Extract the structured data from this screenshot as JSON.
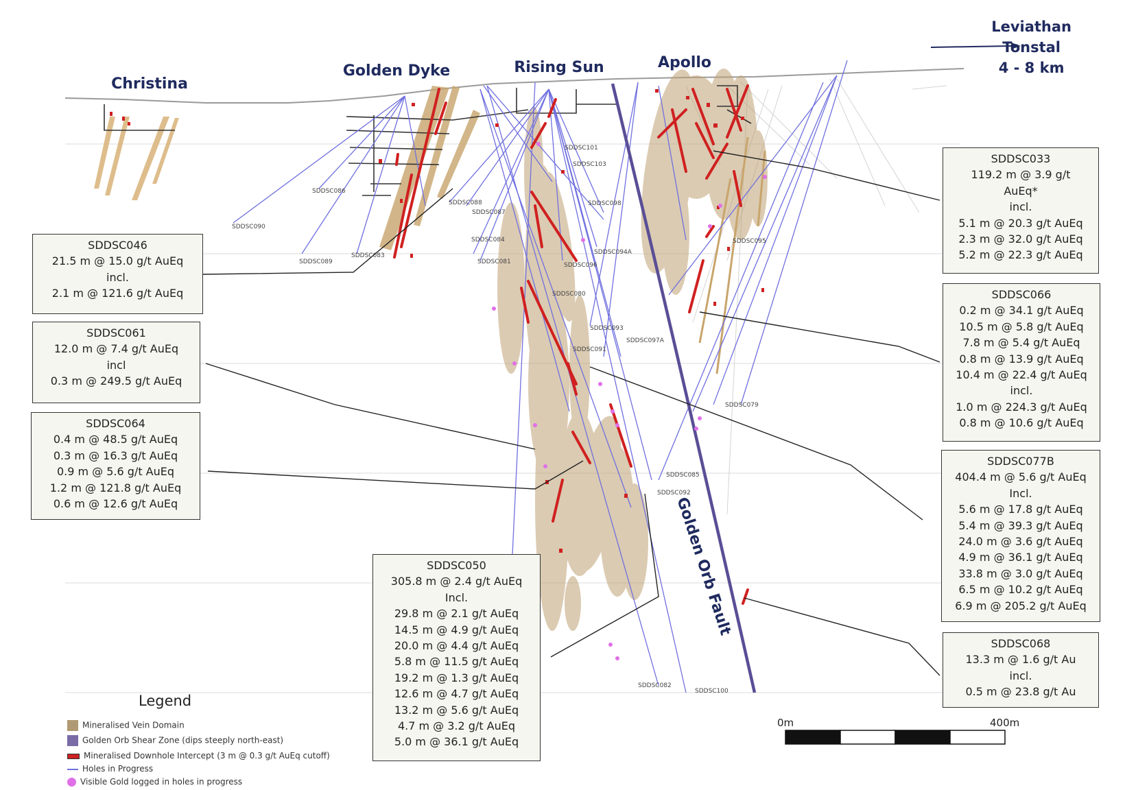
{
  "prospects": [
    {
      "name": "Christina"
    },
    {
      "name": "Golden Dyke"
    },
    {
      "name": "Rising Sun"
    },
    {
      "name": "Apollo"
    }
  ],
  "reference": {
    "line1": "Leviathan",
    "line2": "Tonstal",
    "line3": "4 - 8 km"
  },
  "fault_label": "Golden Orb Fault",
  "hole_labels": [
    "SDDSC101",
    "SDDSC103",
    "SDDSC098",
    "SDDSC086",
    "SDDSC088",
    "SDDSC087",
    "SDDSC090",
    "SDDSC084",
    "SDDSC089",
    "SDDSC083",
    "SDDSC081",
    "SDDSC094A",
    "SDDSC096",
    "SDDSC080",
    "SDDSC093",
    "SDDSC097A",
    "SDDSC091",
    "SDDSC095",
    "SDDSC079",
    "SDDSC085",
    "SDDSC092",
    "SDDSC082",
    "SDDSC100"
  ],
  "callouts": {
    "sddsc046": {
      "title": "SDDSC046",
      "lines": [
        "21.5 m @ 15.0 g/t AuEq",
        "incl.",
        "2.1 m @ 121.6 g/t AuEq"
      ]
    },
    "sddsc061": {
      "title": "SDDSC061",
      "lines": [
        "12.0 m @ 7.4 g/t AuEq",
        "incl",
        "0.3 m @ 249.5 g/t AuEq"
      ]
    },
    "sddsc064": {
      "title": "SDDSC064",
      "lines": [
        "0.4 m @ 48.5 g/t AuEq",
        "0.3 m @ 16.3 g/t AuEq",
        "0.9 m @ 5.6 g/t AuEq",
        "1.2 m @ 121.8 g/t AuEq",
        "0.6 m @ 12.6 g/t AuEq"
      ]
    },
    "sddsc050": {
      "title": "SDDSC050",
      "lines": [
        "305.8 m @ 2.4 g/t AuEq",
        "Incl.",
        "29.8 m @ 2.1 g/t AuEq",
        "14.5 m @ 4.9 g/t AuEq",
        "20.0 m @ 4.4 g/t AuEq",
        "5.8 m @ 11.5 g/t AuEq",
        "19.2 m @ 1.3 g/t AuEq",
        "12.6 m @ 4.7 g/t AuEq",
        "13.2 m @ 5.6 g/t AuEq",
        "4.7 m @ 3.2 g/t AuEq",
        "5.0 m @ 36.1 g/t AuEq"
      ]
    },
    "sddsc033": {
      "title": "SDDSC033",
      "lines": [
        "119.2 m @ 3.9 g/t",
        "AuEq*",
        "incl.",
        "5.1 m @ 20.3 g/t AuEq",
        "2.3 m @ 32.0 g/t AuEq",
        "5.2 m @ 22.3 g/t AuEq"
      ]
    },
    "sddsc066": {
      "title": "SDDSC066",
      "lines": [
        "0.2 m @ 34.1 g/t AuEq",
        "10.5 m @ 5.8 g/t AuEq",
        "7.8 m @ 5.4 g/t AuEq",
        "0.8 m @ 13.9 g/t AuEq",
        "10.4 m @ 22.4 g/t AuEq",
        "incl.",
        "1.0 m @ 224.3 g/t AuEq",
        "0.8 m @ 10.6 g/t AuEq"
      ]
    },
    "sddsc077b": {
      "title": "SDDSC077B",
      "lines": [
        "404.4 m @ 5.6 g/t AuEq",
        "Incl.",
        "5.6 m @ 17.8 g/t AuEq",
        "5.4 m @ 39.3 g/t AuEq",
        "24.0 m @ 3.6 g/t AuEq",
        "4.9 m @ 36.1 g/t AuEq",
        "33.8 m @ 3.0 g/t AuEq",
        "6.5 m @ 10.2 g/t AuEq",
        "6.9 m @ 205.2 g/t AuEq"
      ]
    },
    "sddsc068": {
      "title": "SDDSC068",
      "lines": [
        "13.3 m @ 1.6 g/t Au",
        "incl.",
        "0.5 m @ 23.8 g/t Au"
      ]
    }
  },
  "legend": {
    "title": "Legend",
    "items": [
      {
        "label": "Mineralised Vein Domain",
        "color": "#b09a73"
      },
      {
        "label": "Golden Orb Shear Zone (dips steeply north-east)",
        "color": "#7a6aa6"
      },
      {
        "label": "Mineralised Downhole Intercept (3 m @ 0.3 g/t AuEq cutoff)",
        "color": "#cc2222"
      },
      {
        "label": "Holes in Progress",
        "color": "#7070e0"
      },
      {
        "label": "Visible Gold logged in holes in progress",
        "color": "#e070e8"
      }
    ]
  },
  "scale": {
    "start": "0m",
    "end": "400m"
  },
  "colors": {
    "vein": "#c4a877",
    "fault": "#5a4e96",
    "intercept": "#d02020",
    "hole": "#6f6fe0",
    "visible_gold": "#e070e8",
    "title": "#1f2a5e"
  }
}
